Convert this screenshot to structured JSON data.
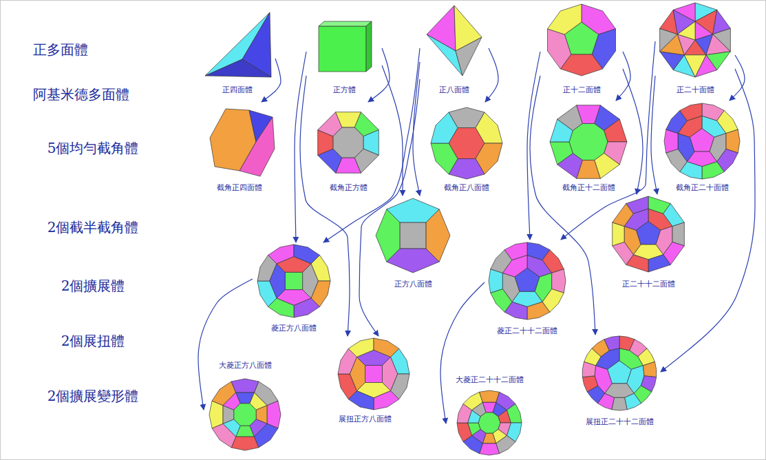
{
  "diagram": {
    "nodes": [
      {
        "text": [
          "正四面體"
        ]
      },
      {
        "text": [
          "正方體"
        ]
      },
      {
        "text": [
          "正八面體"
        ]
      },
      {
        "text": [
          "正十二面體"
        ]
      },
      {
        "text": [
          "正二十面體"
        ]
      },
      {
        "text": [
          "截角正四面體"
        ]
      },
      {
        "text": [
          "截角正方體"
        ]
      },
      {
        "text": [
          "截角正八面體"
        ]
      },
      {
        "text": [
          "截角正十二面體"
        ]
      },
      {
        "text": [
          "截角正二十面體"
        ]
      },
      {
        "text": [
          "正方八面體"
        ]
      },
      {
        "text": [
          "正二十十二面體"
        ]
      },
      {
        "text": [
          "菱正方八面體"
        ]
      },
      {
        "text": [
          "菱正二十十二面體"
        ]
      },
      {
        "text": [
          "展扭正方八面體"
        ]
      },
      {
        "text": [
          "展扭正二十十二面體"
        ]
      },
      {
        "text": [
          "大菱正方八面體"
        ]
      },
      {
        "text": [
          "大菱正二十十二面體"
        ]
      }
    ],
    "edges": [
      {
        "from": 0,
        "to": 5,
        "arrow": "to"
      },
      {
        "from": 1,
        "to": 6,
        "arrow": "to"
      },
      {
        "from": 1,
        "to": 10,
        "arrow": "to"
      },
      {
        "from": 1,
        "to": 12,
        "arrow": "to"
      },
      {
        "from": 1,
        "to": 14,
        "arrow": "to"
      },
      {
        "from": 2,
        "to": 7,
        "arrow": "to"
      },
      {
        "from": 2,
        "to": 10,
        "arrow": "to"
      },
      {
        "from": 2,
        "to": 12,
        "arrow": "to"
      },
      {
        "from": 2,
        "to": 14,
        "arrow": "to"
      },
      {
        "from": 3,
        "to": 8,
        "arrow": "to"
      },
      {
        "from": 3,
        "to": 11,
        "arrow": "to"
      },
      {
        "from": 3,
        "to": 13,
        "arrow": "to"
      },
      {
        "from": 3,
        "to": 15,
        "arrow": "to"
      },
      {
        "from": 4,
        "to": 9,
        "arrow": "to"
      },
      {
        "from": 4,
        "to": 11,
        "arrow": "to"
      },
      {
        "from": 4,
        "to": 13,
        "arrow": "to"
      },
      {
        "from": 4,
        "to": 15,
        "arrow": "to"
      },
      {
        "from": 12,
        "to": 16,
        "arrow": "to"
      },
      {
        "from": 13,
        "to": 17,
        "arrow": "to"
      }
    ],
    "labels": [
      "正多面體",
      "阿基米德多面體",
      "5個均勻截角體",
      "2個截半截角體",
      "2個擴展體",
      "2個展扭體",
      "2個擴展變形體"
    ]
  }
}
